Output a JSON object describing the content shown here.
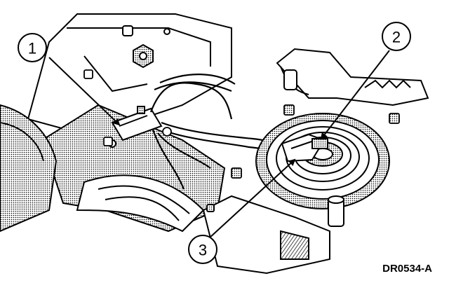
{
  "diagram": {
    "callouts": [
      {
        "id": "1",
        "label": "1"
      },
      {
        "id": "2",
        "label": "2"
      },
      {
        "id": "3",
        "label": "3"
      }
    ],
    "figure_id": "DR0534-A"
  }
}
